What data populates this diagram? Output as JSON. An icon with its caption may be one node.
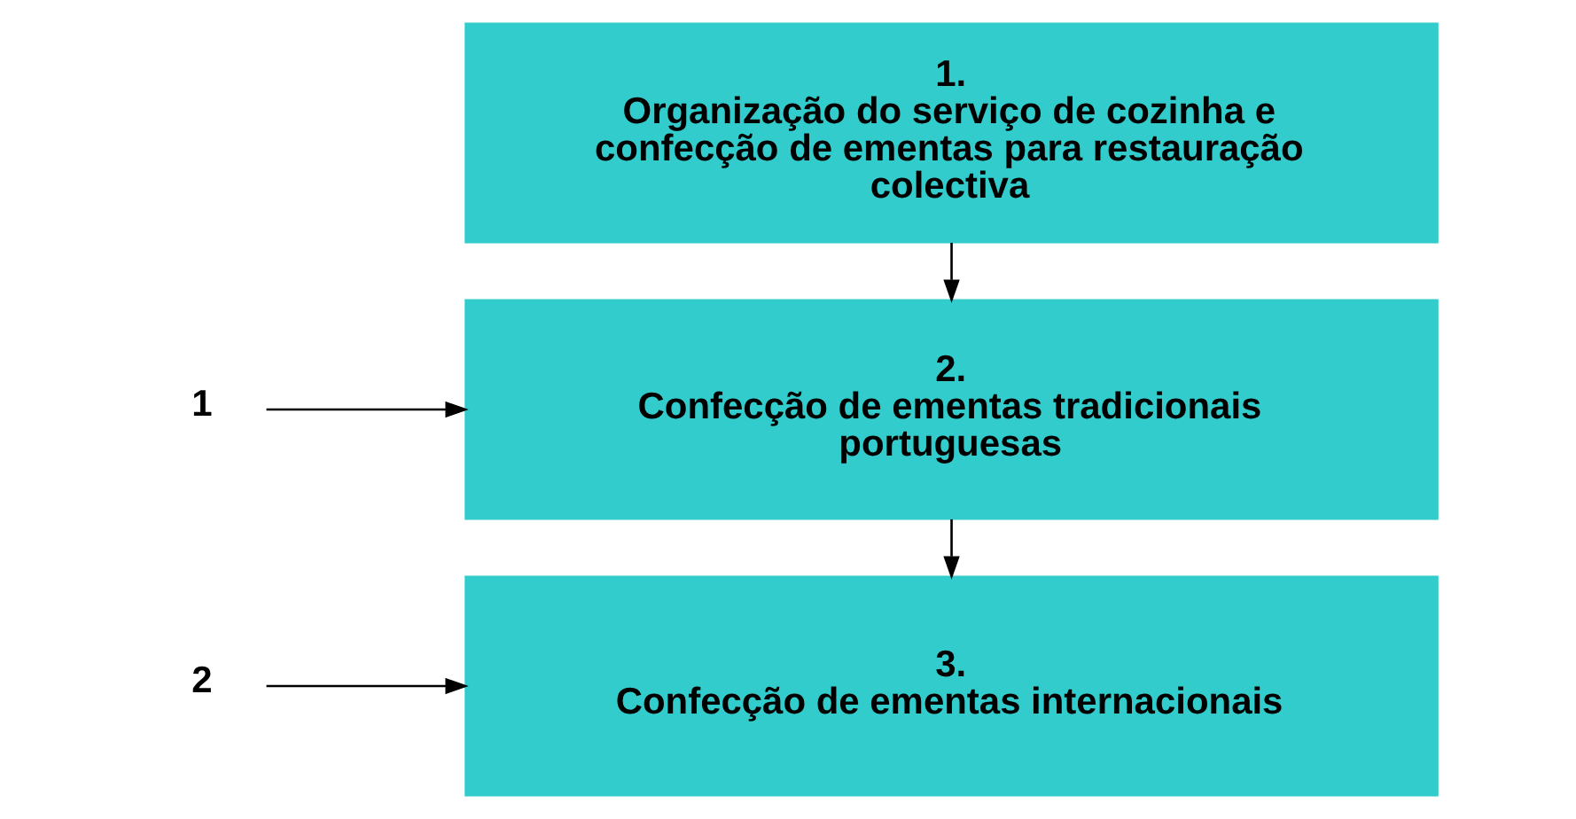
{
  "diagram": {
    "nodes": [
      {
        "text": [
          "1.",
          "Organização do serviço de cozinha e confecção de ementas para restauração colectiva"
        ]
      },
      {
        "text": [
          "1"
        ]
      },
      {
        "text": [
          "2.",
          "Confecção de ementas tradicionais portuguesas"
        ]
      },
      {
        "text": [
          "2"
        ]
      },
      {
        "text": [
          "3.",
          "Confecção de ementas internacionais"
        ]
      }
    ],
    "edges": [
      {
        "from": 0,
        "to": 2,
        "arrow": "to"
      },
      {
        "from": 2,
        "to": 4,
        "arrow": "to"
      },
      {
        "from": 1,
        "to": 2,
        "arrow": "to"
      },
      {
        "from": 3,
        "to": 4,
        "arrow": "to"
      }
    ]
  }
}
